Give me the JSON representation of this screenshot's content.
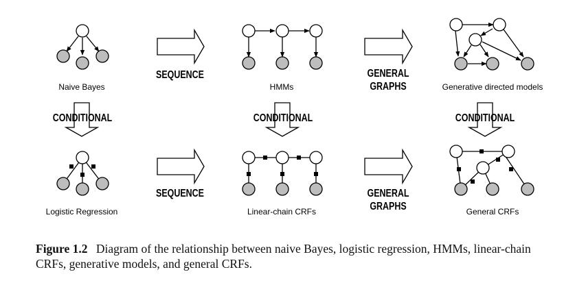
{
  "models": {
    "naive_bayes": "Naive Bayes",
    "hmms": "HMMs",
    "generative_directed": "Generative directed models",
    "logistic_regression": "Logistic Regression",
    "linear_chain_crfs": "Linear-chain CRFs",
    "general_crfs": "General CRFs"
  },
  "arrows": {
    "sequence": "SEQUENCE",
    "general_line1": "GENERAL",
    "general_line2": "GRAPHS",
    "conditional": "CONDITIONAL"
  },
  "caption": {
    "figure_number": "Figure 1.2",
    "text": "Diagram of the relationship between naive Bayes, logistic regression, HMMs, linear-chain CRFs, generative models, and general CRFs."
  }
}
